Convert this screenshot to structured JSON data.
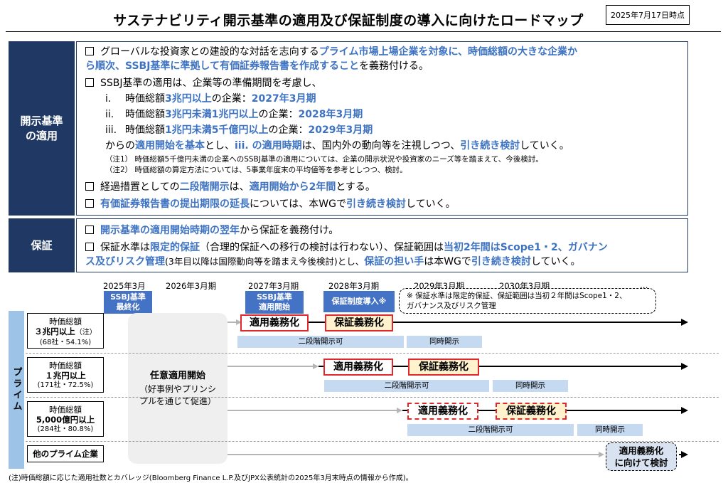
{
  "header": {
    "title": "サステナビリティ開示基準の適用及び保証制度の導入に向けたロードマップ",
    "date_stamp": "2025年7月17日時点"
  },
  "section_disclosure": {
    "label": "開示基準\nの適用",
    "b1": {
      "t1": "グローバルな投資家との建設的な対話を志向する",
      "h1": "プライム市場上場企業を対象に、時価総額の大きな企業か",
      "h2": "ら順次、SSBJ基準に準拠して有価証券報告書を作成すること",
      "t2": "を義務付ける。"
    },
    "b2": {
      "text": "SSBJ基準の適用は、企業等の準備期間を考慮し、"
    },
    "items": [
      {
        "num": "i.",
        "a": "時価総額",
        "h": "3兆円以上",
        "b": "の企業：",
        "date": "2027年3月期"
      },
      {
        "num": "ii.",
        "a": "時価総額",
        "h": "3兆円未満1兆円以上",
        "b": "の企業：",
        "date": "2028年3月期"
      },
      {
        "num": "iii.",
        "a": "時価総額",
        "h": "1兆円未満5千億円以上",
        "b": "の企業：",
        "date": "2029年3月期"
      }
    ],
    "cont": {
      "t1": "からの",
      "h1": "適用開始を基本",
      "t2": "とし、",
      "h2": "iii. の適用時期",
      "t3": "は、国内外の動向等を注視しつつ、",
      "h3": "引き続き検討",
      "t4": "していく。"
    },
    "note1": "（注1） 時価総額5千億円未満の企業へのSSBJ基準の適用については、企業の開示状況や投資家のニーズ等を踏まえて、今後検討。",
    "note2": "（注2） 時価総額の算定方法については、5事業年度末の平均値等を参考としつつ、検討。",
    "b3": {
      "t1": "経過措置としての",
      "h1": "二段階開示",
      "t2": "は、",
      "h2": "適用開始から2年間",
      "t3": "とする。"
    },
    "b4": {
      "h1": "有価証券報告書の提出期限の延長",
      "t1": "については、本WGで",
      "h2": "引き続き検討",
      "t2": "していく。"
    }
  },
  "section_assurance": {
    "label": "保証",
    "b1": {
      "h1": "開示基準の適用開始時期の翌年",
      "t1": "から保証を義務付け。"
    },
    "b2": {
      "t1": "保証水準は",
      "h1": "限定的保証",
      "t2": "（合理的保証への移行の検討は行わない）、保証範囲は",
      "h2": "当初2年間はScope1・2、ガバナン",
      "h3": "ス及びリスク管理",
      "t3": "(3年目以降は国際動向等を踏まえ今後検討)とし、",
      "h4": "保証の担い手",
      "t4": "は本WGで",
      "h5": "引き続き検討",
      "t5": "していく。"
    }
  },
  "timeline": {
    "years": [
      "2025年3月",
      "2026年3月期",
      "2027年3月期",
      "2028年3月期",
      "2029年3月期",
      "2030年3月期",
      "…"
    ],
    "events": {
      "ssbj_final": "SSBJ基準\n最終化",
      "ssbj_start": "SSBJ基準\n適用開始",
      "assurance_start": "保証制度導入※"
    },
    "scope_note": "※ 保証水準は限定的保証、保証範囲は当初２年間はScope1・2、\nガバナンス及びリスク管理",
    "prime_label": "プライム",
    "voluntary": {
      "title": "任意適用開始",
      "sub": "（好事例やプリンシ\nプルを通じて促進）"
    },
    "rows": [
      {
        "l1": "時価総額",
        "l2": "３兆円以上",
        "l2note": "（注）",
        "l3": "(68社・54.1%)",
        "mand": "適用義務化",
        "assur": "保証義務化",
        "phase": "二段階開示可",
        "sim": "同時開示"
      },
      {
        "l1": "時価総額",
        "l2": "１兆円以上",
        "l3": "(171社・72.5%)",
        "mand": "適用義務化",
        "assur": "保証義務化",
        "phase": "二段階開示可",
        "sim": "同時開示"
      },
      {
        "l1": "時価総額",
        "l2": "5,000億円以上",
        "l3": "(284社・80.8%)",
        "mand": "適用義務化",
        "assur": "保証義務化",
        "phase": "二段階開示可",
        "sim": "同時開示"
      }
    ],
    "other": {
      "label": "他のプライム企業",
      "box": "適用義務化\nに向けて検討"
    }
  },
  "footnote": "(注)時価総額に応じた適用社数とカバレッジ(Bloomberg Finance L.P.及びJPX公表統計の2025年3月末時点の情報から作成)。"
}
